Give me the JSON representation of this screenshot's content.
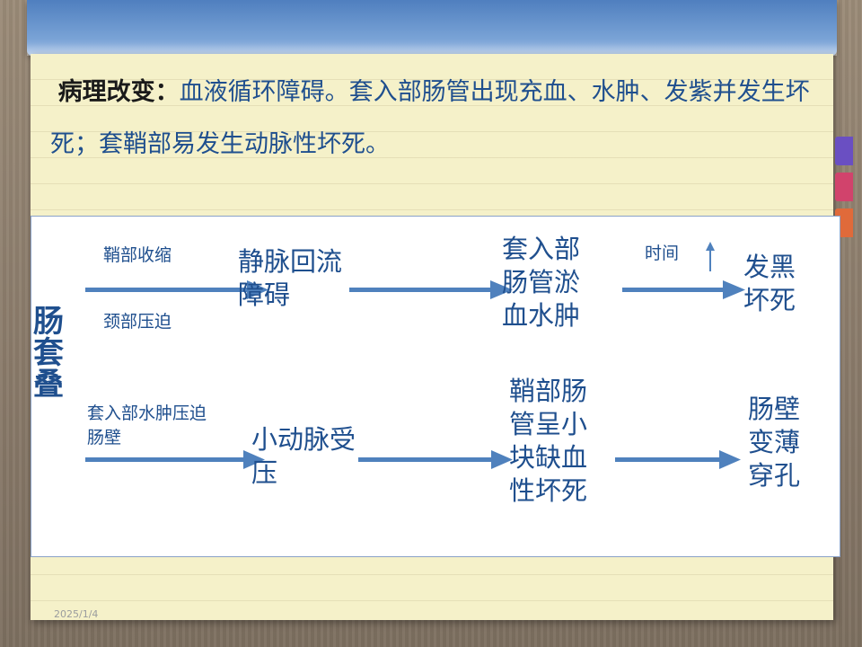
{
  "header": {
    "label": "病理改变：",
    "text": "血液循环障碍。套入部肠管出现充血、水肿、发紫并发生坏死；套鞘部易发生动脉性坏死。"
  },
  "diagram": {
    "left_title": "肠套叠",
    "row1": {
      "arrow1_label_top": "鞘部收缩",
      "arrow1_label_bottom": "颈部压迫",
      "box1": "静脉回流障碍",
      "box2": "套入部肠管淤血水肿",
      "arrow3_label": "时间",
      "box3": "发黑坏死"
    },
    "row2": {
      "arrow1_label": "套入部水肿压迫肠壁",
      "box1": "小动脉受 压",
      "box2": "鞘部肠管呈小块缺血性坏死",
      "box3": "肠壁变薄穿孔"
    }
  },
  "footer": {
    "date": "2025/1/4"
  },
  "colors": {
    "text_blue": "#1f4f8e",
    "arrow_blue": "#4f81bd",
    "paper": "#f5f1c9",
    "cover_blue": "#5b8cc9"
  }
}
